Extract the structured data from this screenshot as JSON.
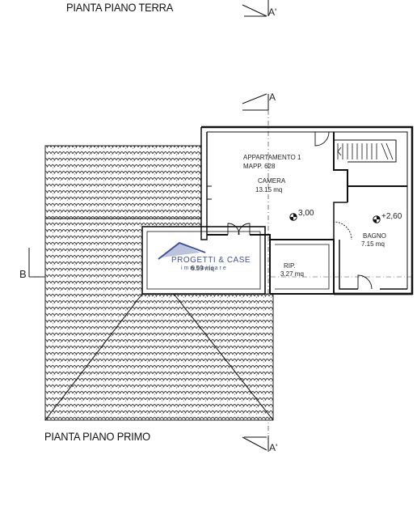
{
  "captions": {
    "ground_floor": "PIANTA PIANO TERRA",
    "first_floor": "PIANTA PIANO PRIMO"
  },
  "section_marks": {
    "a_top": "A'",
    "a_mid": "A",
    "a_bottom": "A'",
    "b_left": "B"
  },
  "rooms": {
    "apartment_title": "APPARTAMENTO 1",
    "apartment_mapp": "MAPP. 628",
    "camera_name": "CAMERA",
    "camera_area": "13.15 mq",
    "bagno_name": "BAGNO",
    "bagno_area": "7.15 mq",
    "rip_name": "RIP.",
    "rip_area": "3.27 mq",
    "terrace_area": "6.59 mq"
  },
  "levels": {
    "camera_level": "3,00",
    "bagno_level": "+2,60"
  },
  "watermark": {
    "line1": "PROGETTI & CASE",
    "line2": "immobiliare"
  },
  "colors": {
    "line": "#111111",
    "tile": "#333333",
    "watermark_blue": "#2b3f8f"
  }
}
